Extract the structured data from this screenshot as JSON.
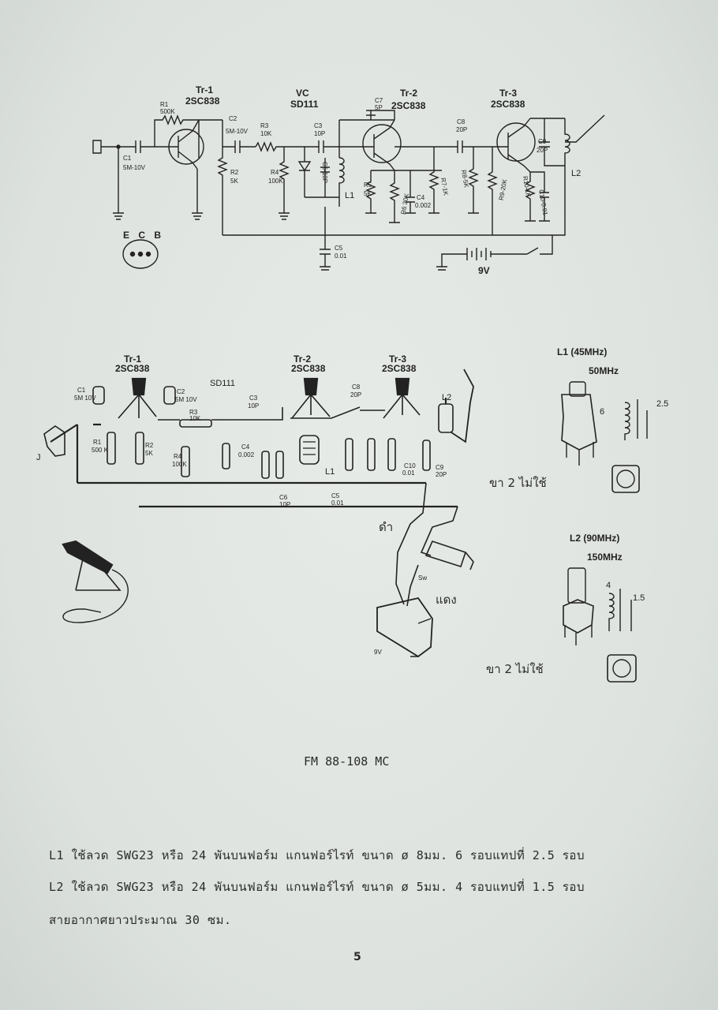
{
  "schematic": {
    "tr1": {
      "name": "Tr-1",
      "part": "2SC838"
    },
    "vc": {
      "name": "VC",
      "part": "SD111"
    },
    "tr2": {
      "name": "Tr-2",
      "part": "2SC838"
    },
    "tr3": {
      "name": "Tr-3",
      "part": "2SC838"
    },
    "r1": "R1",
    "r1v": "500K",
    "c2": "C2",
    "c2v": "5M-10V",
    "r3": "R3",
    "r3v": "10K",
    "c3": "C3",
    "c3v": "10P",
    "c7": "C7",
    "c7v": "5P",
    "c8": "C8",
    "c8v": "20P",
    "c9": "C9",
    "c9v": "20P",
    "c1": "C1",
    "c1v": "5M-10V",
    "r2": "R2",
    "r2v": "5K",
    "r4": "R4",
    "r4v": "100K",
    "c6": "C6-10P",
    "l1": "L1",
    "r5": "R5",
    "r5v": "5K",
    "r6": "R6 30K",
    "c4": "C4",
    "c4v": "0.002",
    "r7": "R7-1K",
    "r8": "R8-5K",
    "r9": "R9-20K",
    "r10": "R10-1K",
    "c10": "C10-0.01",
    "l2": "L2",
    "c5": "C5",
    "c5v": "0.01",
    "battery": "9V",
    "ecb": "E C B"
  },
  "pictorial": {
    "tr1": "Tr-1",
    "tr1p": "2SC838",
    "tr2": "Tr-2",
    "tr2p": "2SC838",
    "tr3": "Tr-3",
    "tr3p": "2SC838",
    "sd": "SD111",
    "c1": "C1",
    "c1v": "5M 10V",
    "c2": "C2",
    "c2v": "5M 10V",
    "c3": "C3",
    "c3v": "10P",
    "c8": "C8",
    "c8v": "20P",
    "r1": "R1",
    "r1v": "500 K",
    "r2": "R2",
    "r2v": "5K",
    "r3": "R3",
    "r3v": "10K",
    "r4": "R4",
    "r4v": "100K",
    "c4": "C4",
    "c4v": "0.002",
    "c6": "C6",
    "c6v": "10P",
    "c5": "C5",
    "c5v": "0.01",
    "c10": "C10",
    "c10v": "0.01",
    "c9": "C9",
    "c9v": "20P",
    "l1": "L1",
    "l2": "L2",
    "jack": "J",
    "black": "ดำ",
    "red": "แดง",
    "sw": "Sw",
    "battery": "9V"
  },
  "coils": {
    "l1_title": "L1 (45MHz)",
    "l1_freq": "50MHz",
    "l1_turns": "6",
    "l1_tap": "2.5",
    "l1_pin_note": "ขา 2 ไม่ใช้",
    "l2_title": "L2 (90MHz)",
    "l2_freq": "150MHz",
    "l2_turns": "4",
    "l2_tap": "1.5",
    "l2_pin_note": "ขา 2 ไม่ใช้"
  },
  "caption": "FM 88-108 MC",
  "notes": [
    "L1 ใช้ลวด  SWG23  หรือ 24 พันบนฟอร์ม แกนฟอร์ไรท์ ขนาด ø 8มม. 6 รอบแทปที่ 2.5 รอบ",
    "L2 ใช้ลวด  SWG23  หรือ 24 พันบนฟอร์ม แกนฟอร์ไรท์ ขนาด ø 5มม. 4 รอบแทปที่ 1.5 รอบ",
    "สายอากาศยาวประมาณ 30 ซม."
  ],
  "page_number": "5"
}
